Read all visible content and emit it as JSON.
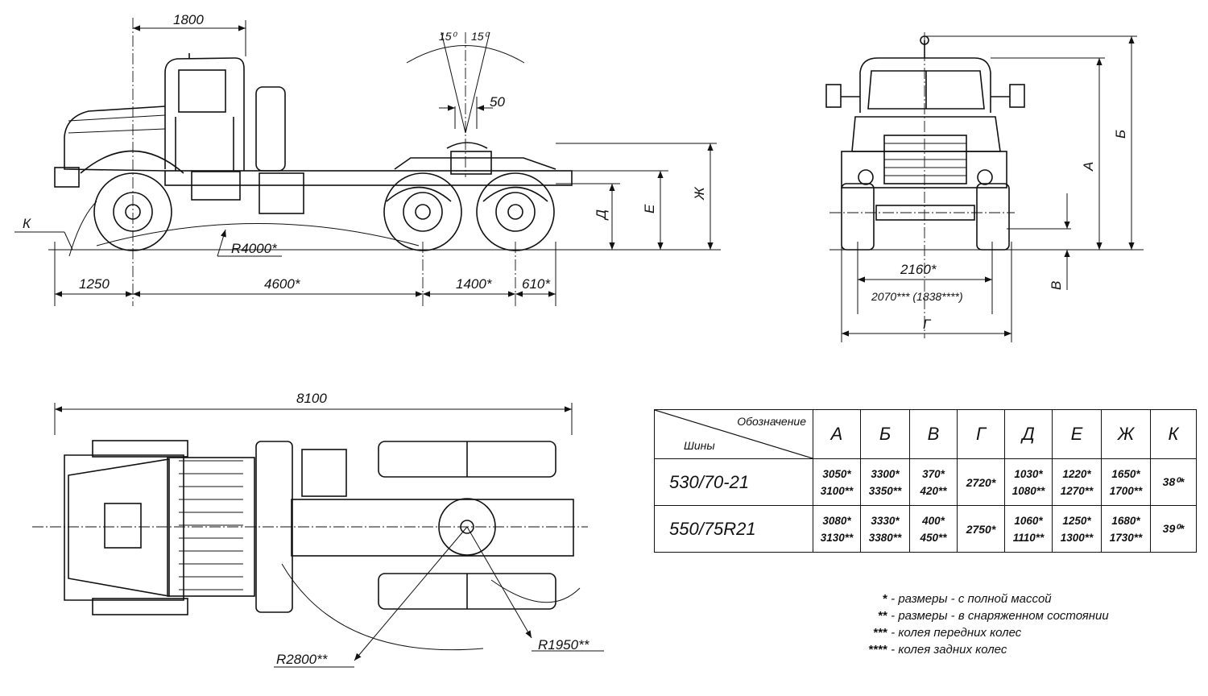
{
  "dimensions": {
    "side_cab_length": "1800",
    "angle_left": "15⁰",
    "angle_right": "15⁰",
    "coupling_offset": "50",
    "front_overhang": "1250",
    "wheelbase": "4600*",
    "bogie_base": "1400*",
    "rear_overhang": "610*",
    "radius_ground": "R4000*",
    "label_k": "К",
    "label_d": "Д",
    "label_e": "Е",
    "label_zh": "Ж",
    "front_track": "2160*",
    "track_note": "2070*** (1838****)",
    "label_a": "А",
    "label_b": "Б",
    "label_v": "В",
    "label_g": "Г",
    "overall_length": "8100",
    "turn_radius_outer": "R2800**",
    "turn_radius_inner": "R1950**"
  },
  "table": {
    "header_designation": "Обозначение",
    "header_tyres": "Шины",
    "columns": [
      "А",
      "Б",
      "В",
      "Г",
      "Д",
      "Е",
      "Ж",
      "К"
    ],
    "rows": [
      {
        "tyre": "530/70-21",
        "a": [
          "3050*",
          "3100**"
        ],
        "b": [
          "3300*",
          "3350**"
        ],
        "v": [
          "370*",
          "420**"
        ],
        "g": "2720*",
        "d": [
          "1030*",
          "1080**"
        ],
        "e": [
          "1220*",
          "1270**"
        ],
        "zh": [
          "1650*",
          "1700**"
        ],
        "k": "38⁰*"
      },
      {
        "tyre": "550/75R21",
        "a": [
          "3080*",
          "3130**"
        ],
        "b": [
          "3330*",
          "3380**"
        ],
        "v": [
          "400*",
          "450**"
        ],
        "g": "2750*",
        "d": [
          "1060*",
          "1110**"
        ],
        "e": [
          "1250*",
          "1300**"
        ],
        "zh": [
          "1680*",
          "1730**"
        ],
        "k": "39⁰*"
      }
    ]
  },
  "legend": [
    {
      "mark": "*",
      "text": "- размеры - с полной массой"
    },
    {
      "mark": "**",
      "text": "- размеры - в снаряженном состоянии"
    },
    {
      "mark": "***",
      "text": "- колея передних колес"
    },
    {
      "mark": "****",
      "text": "- колея задних колес"
    }
  ]
}
